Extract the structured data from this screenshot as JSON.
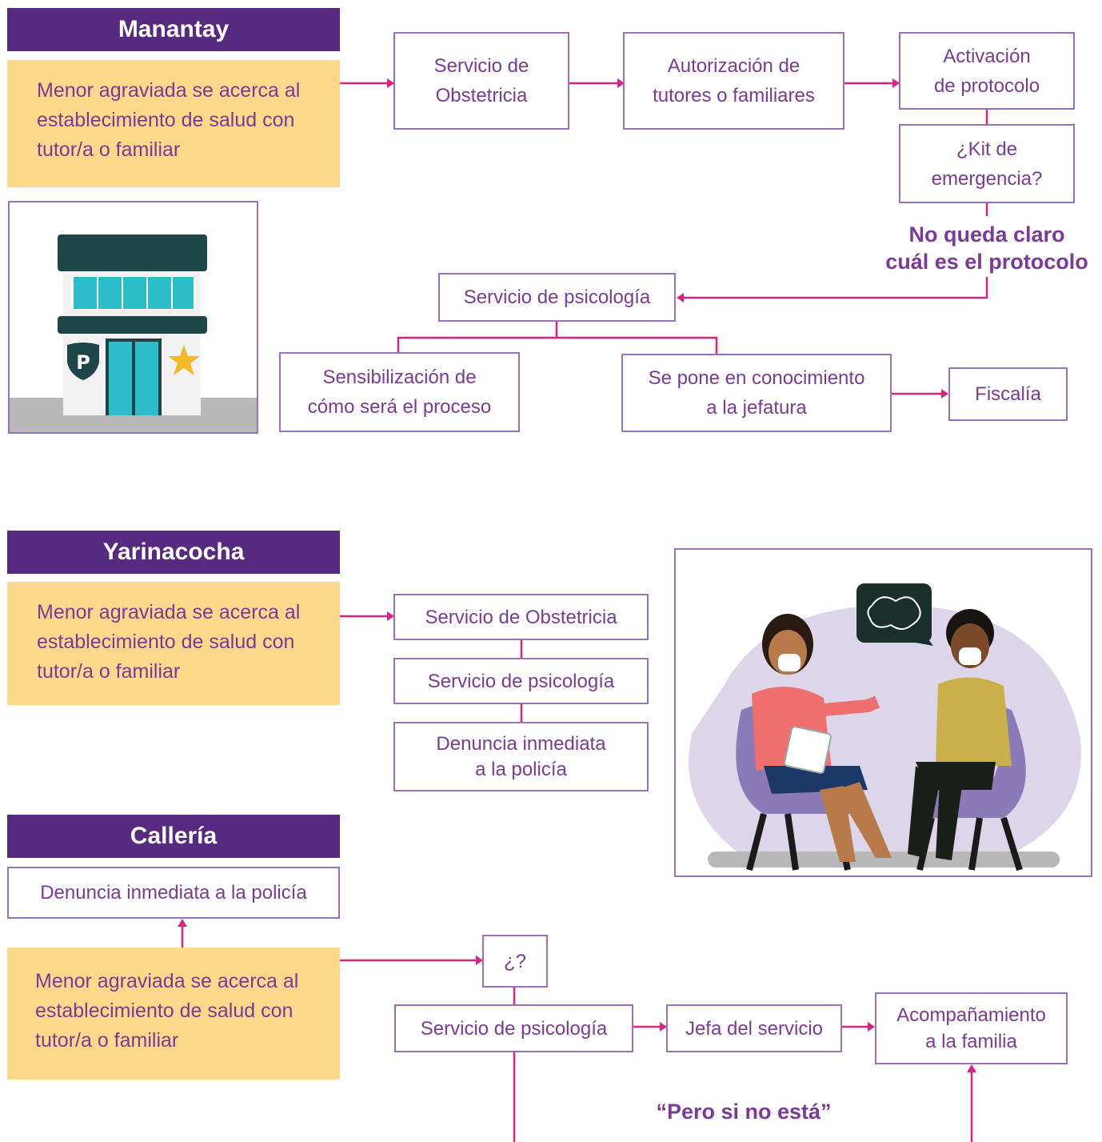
{
  "manantay": {
    "header": "Manantay",
    "start": [
      "Menor agraviada se acerca al",
      "establecimiento de salud con",
      "tutor/a o familiar"
    ],
    "obstetricia": [
      "Servicio de",
      "Obstetricia"
    ],
    "autorizacion": [
      "Autorización de",
      "tutores o familiares"
    ],
    "activacion": [
      "Activación",
      "de protocolo"
    ],
    "kit": [
      "¿Kit de",
      "emergencia?"
    ],
    "note": [
      "No queda claro",
      "cuál es el protocolo"
    ],
    "psicologia": "Servicio de psicología",
    "sensibilizacion": [
      "Sensibilización de",
      "cómo será el proceso"
    ],
    "jefatura": [
      "Se pone en conocimiento",
      "a la jefatura"
    ],
    "fiscalia": "Fiscalía"
  },
  "yarinacocha": {
    "header": "Yarinacocha",
    "start": [
      "Menor agraviada se acerca al",
      "establecimiento de salud con",
      "tutor/a o familiar"
    ],
    "obstetricia": "Servicio de Obstetricia",
    "psicologia": "Servicio de psicología",
    "denuncia": [
      "Denuncia inmediata",
      "a la policía"
    ]
  },
  "calleria": {
    "header": "Callería",
    "denuncia": "Denuncia inmediata a la policía",
    "start": [
      "Menor agraviada se acerca al",
      "establecimiento de salud con",
      "tutor/a o familiar"
    ],
    "question": "¿?",
    "psicologia": "Servicio de psicología",
    "jefa": "Jefa del servicio",
    "acompanamiento": [
      "Acompañamiento",
      "a la familia"
    ],
    "quote": "“Pero si no está”"
  },
  "colors": {
    "header": "#552a80",
    "start": "#fcd98a",
    "text": "#7a3a96",
    "border": "#9b6fc0",
    "arrow": "#d9237f"
  },
  "illustrations": {
    "building": "police-station-icon",
    "counseling": "counseling-session-illustration"
  }
}
